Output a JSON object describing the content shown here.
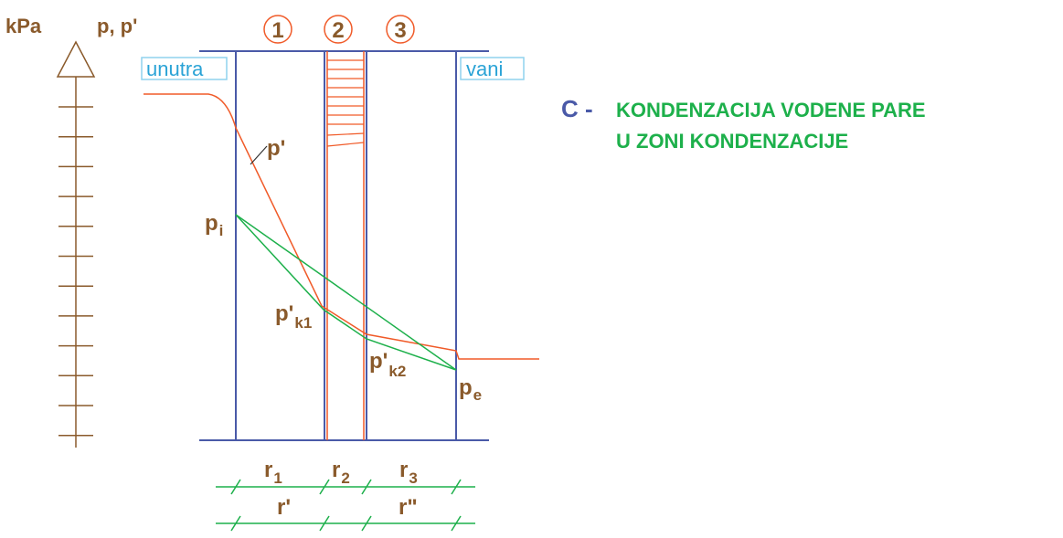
{
  "axis": {
    "unit": "kPa",
    "quantity": "p, p'"
  },
  "layers": [
    "1",
    "2",
    "3"
  ],
  "sides": {
    "inside": "unutra",
    "outside": "vani"
  },
  "curves": {
    "p_prime": "p'",
    "p_i": {
      "base": "p",
      "sub": "i"
    },
    "p_e": {
      "base": "p",
      "sub": "e"
    },
    "p_k1": {
      "base": "p'",
      "sub": "k1"
    },
    "p_k2": {
      "base": "p'",
      "sub": "k2"
    }
  },
  "resistances": {
    "r1": {
      "base": "r",
      "sub": "1"
    },
    "r2": {
      "base": "r",
      "sub": "2"
    },
    "r3": {
      "base": "r",
      "sub": "3"
    },
    "r_prime": "r'",
    "r_double_prime": "r\""
  },
  "heading": {
    "letter": "C -",
    "line1": "KONDENZACIJA VODENE PARE",
    "line2": "U  ZONI KONDENZACIJE"
  },
  "colors": {
    "wall": "#4a5aa8",
    "saturation_curve": "#f05a28",
    "vapour_line": "#1db04b",
    "label": "#8a5a2b",
    "side_label": "#2aa3d6"
  }
}
